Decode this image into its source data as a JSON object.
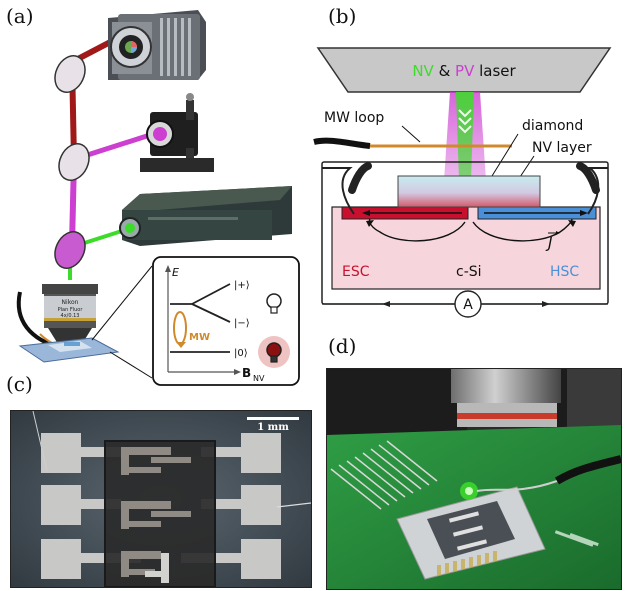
{
  "panels": {
    "a": "(a)",
    "b": "(b)",
    "c": "(c)",
    "d": "(d)"
  },
  "panel_b": {
    "laser_nv": "NV",
    "laser_amp": " & ",
    "laser_pv": "PV",
    "laser_suffix": " laser",
    "mw_loop": "MW loop",
    "diamond": "diamond",
    "nv_layer": "NV layer",
    "current": "J",
    "esc": "ESC",
    "csi": "c-Si",
    "hsc": "HSC",
    "ammeter": "A"
  },
  "panel_a_inset": {
    "energy_axis": "E",
    "state_plus": "|+⟩",
    "state_minus": "|−⟩",
    "state_zero": "|0⟩",
    "mw": "MW",
    "field_axis": "B",
    "field_sub": "NV"
  },
  "objective": {
    "brand": "Nikon",
    "model": "Plan Fluor",
    "spec": "4x/0.13"
  },
  "panel_c": {
    "scale_bar": "1 mm"
  },
  "colors": {
    "nv_green": "#3ddc2a",
    "pv_magenta": "#cc3fd0",
    "esc_red": "#c8102e",
    "hsc_blue": "#4a90d9",
    "mw_orange": "#d08a2c",
    "substrate_pink": "#f6d6dc",
    "pcb_green": "#1f8f3a"
  }
}
